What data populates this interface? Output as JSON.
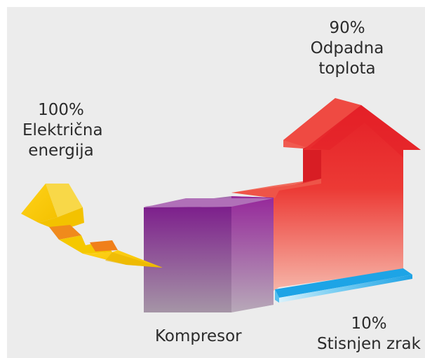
{
  "input": {
    "percent": "100%",
    "line1": "Električna",
    "line2": "energija",
    "icon": "lightning-bolt-icon"
  },
  "waste_heat": {
    "percent": "90%",
    "line1": "Odpadna",
    "line2": "toplota",
    "icon": "up-arrow-icon"
  },
  "compressor": {
    "label": "Kompresor",
    "icon": "cube-icon"
  },
  "compressed_air": {
    "percent": "10%",
    "label": "Stisnjen zrak",
    "icon": "flow-band-icon"
  },
  "colors": {
    "background": "#ececec",
    "energy": "#f4c400",
    "compressor": "#7a2a88",
    "heat": "#e8232a",
    "air": "#2aa8e8",
    "text": "#2b2b2b"
  }
}
